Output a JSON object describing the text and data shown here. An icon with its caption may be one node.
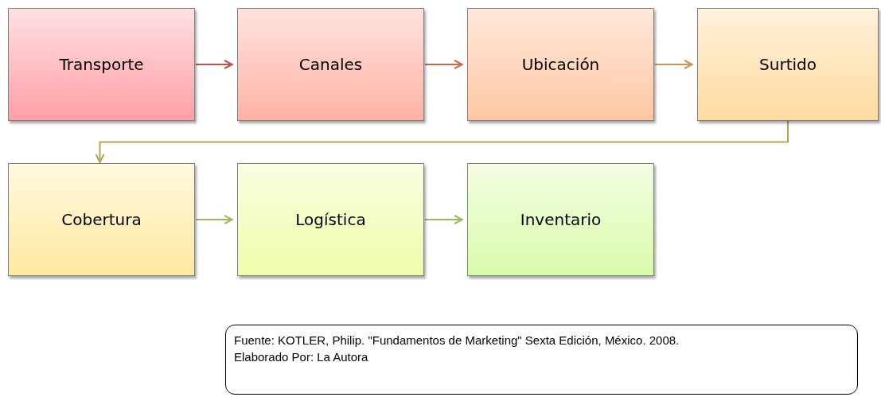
{
  "diagram": {
    "nodes": [
      {
        "text": [
          "Transporte"
        ]
      },
      {
        "text": [
          "Canales"
        ]
      },
      {
        "text": [
          "Ubicación"
        ]
      },
      {
        "text": [
          "Surtido"
        ]
      },
      {
        "text": [
          "Cobertura"
        ]
      },
      {
        "text": [
          "Logística"
        ]
      },
      {
        "text": [
          "Inventario"
        ]
      },
      {
        "text": [
          "Fuente: KOTLER, Philip. \"Fundamentos de Marketing\" Sexta Edición, México. 2008.",
          "Elaborado Por: La Autora"
        ]
      }
    ],
    "edges": [
      {
        "from": 0,
        "to": 1,
        "arrow": "to",
        "color": "#c0504d"
      },
      {
        "from": 1,
        "to": 2,
        "arrow": "to",
        "color": "#c6694f"
      },
      {
        "from": 2,
        "to": 3,
        "arrow": "to",
        "color": "#c99458"
      },
      {
        "from": 3,
        "to": 4,
        "arrow": "to",
        "color": "#b8a44e"
      },
      {
        "from": 4,
        "to": 5,
        "arrow": "to",
        "color": "#9bbb59"
      },
      {
        "from": 5,
        "to": 6,
        "arrow": "to",
        "color": "#9bbb59"
      }
    ]
  }
}
